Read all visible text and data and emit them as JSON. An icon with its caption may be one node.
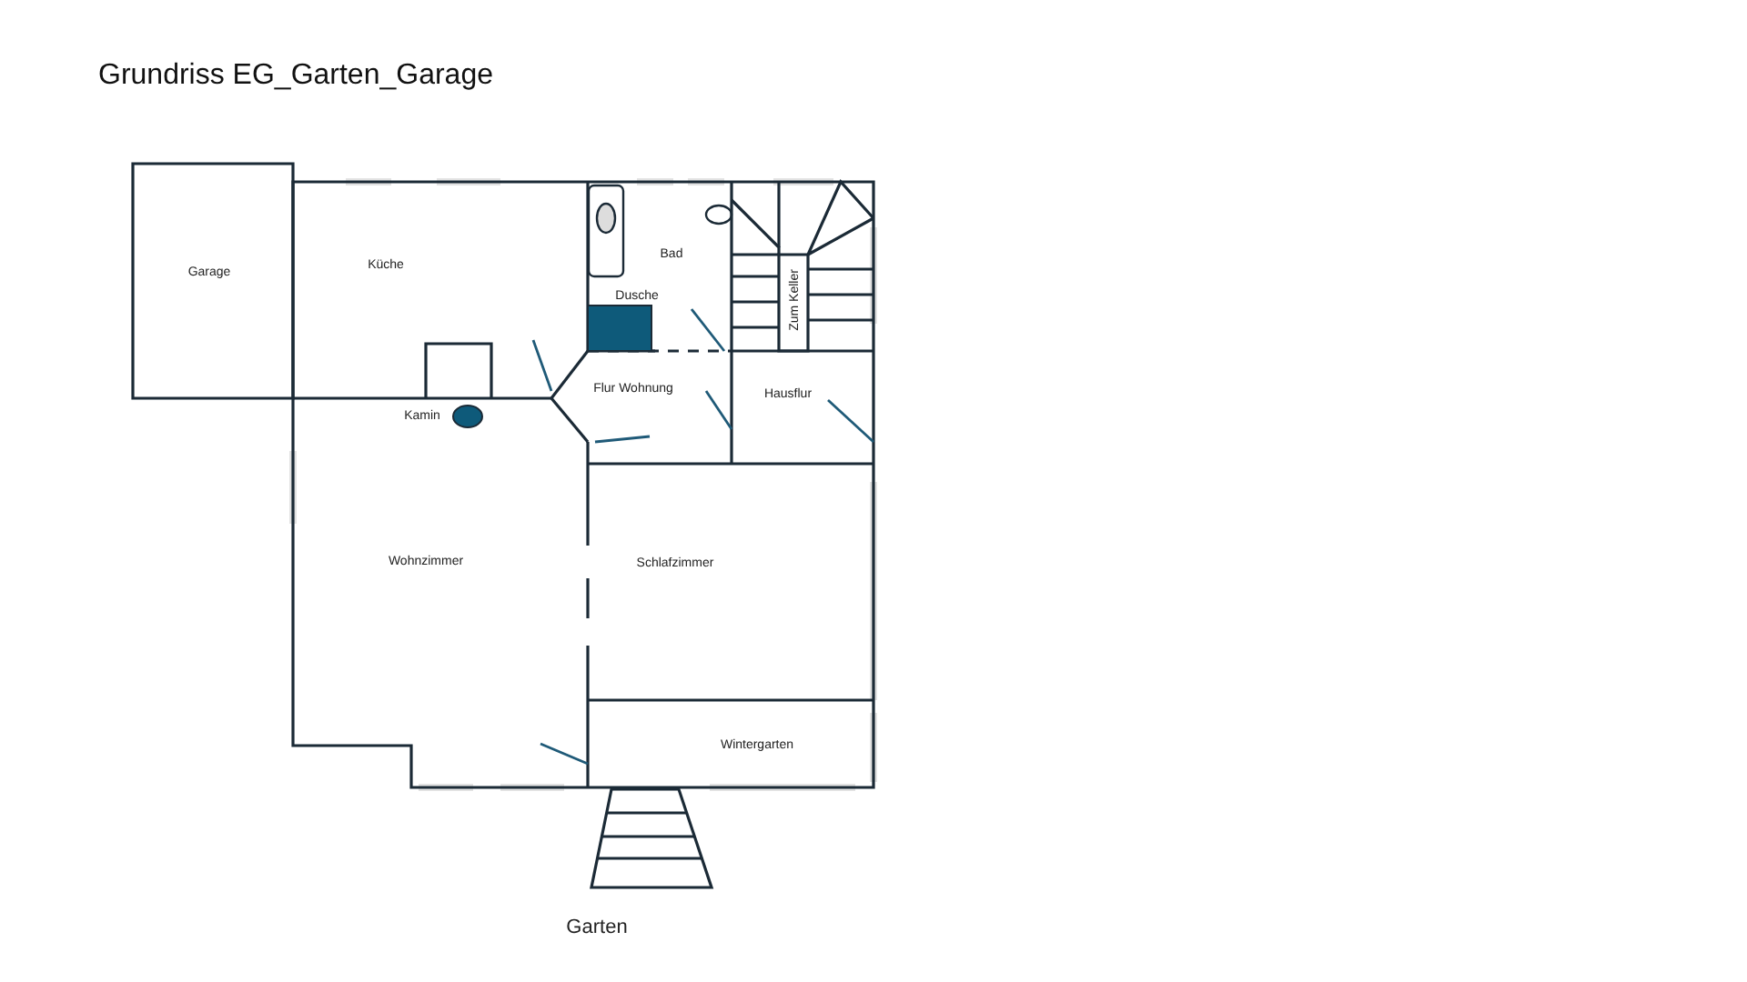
{
  "diagram": {
    "title": "Grundriss EG_Garten_Garage",
    "labels": [
      "Garage",
      "Küche",
      "Bad",
      "Dusche",
      "Zum Keller",
      "Flur Wohnung",
      "Hausflur",
      "Kamin",
      "Wohnzimmer",
      "Schlafzimmer",
      "Wintergarten",
      "Garten"
    ]
  }
}
